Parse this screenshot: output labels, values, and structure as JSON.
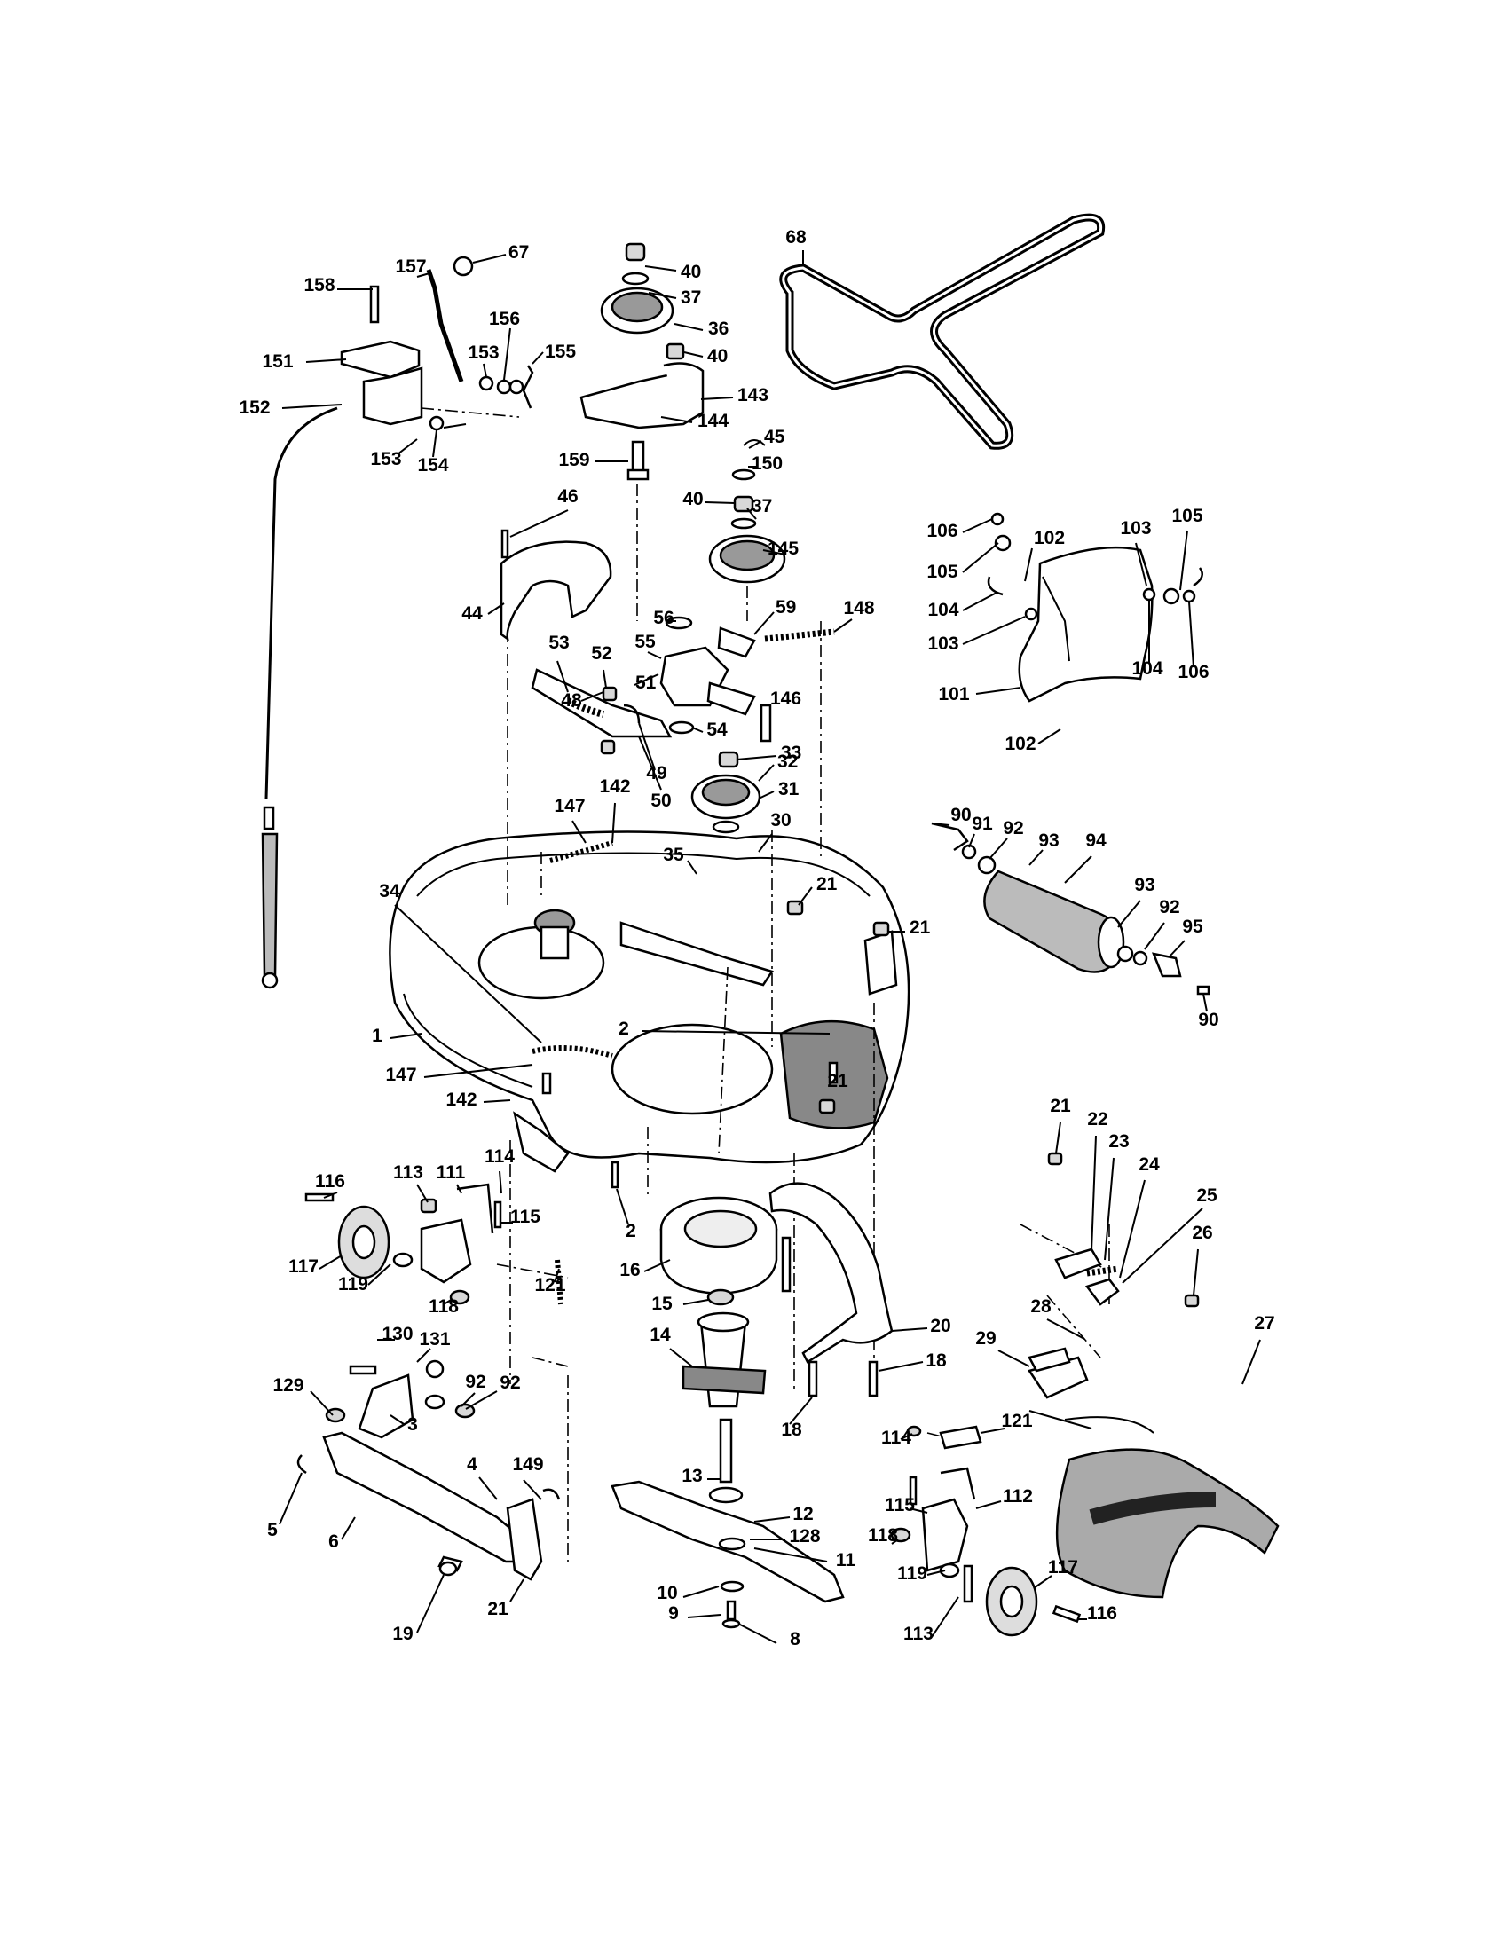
{
  "labels": [
    "68",
    "67",
    "157",
    "158",
    "156",
    "155",
    "153",
    "151",
    "152",
    "153",
    "154",
    "40",
    "37",
    "36",
    "40",
    "143",
    "144",
    "159",
    "45",
    "150",
    "40",
    "37",
    "145",
    "46",
    "44",
    "56",
    "59",
    "148",
    "53",
    "52",
    "55",
    "51",
    "146",
    "54",
    "33",
    "48",
    "49",
    "50",
    "32",
    "31",
    "106",
    "105",
    "102",
    "103",
    "105",
    "104",
    "103",
    "104",
    "106",
    "101",
    "102",
    "147",
    "142",
    "30",
    "35",
    "21",
    "34",
    "21",
    "90",
    "91",
    "92",
    "93",
    "94",
    "93",
    "92",
    "95",
    "90",
    "1",
    "2",
    "147",
    "21",
    "142",
    "114",
    "116",
    "113",
    "111",
    "115",
    "2",
    "16",
    "121",
    "21",
    "22",
    "23",
    "24",
    "25",
    "26",
    "117",
    "119",
    "118",
    "15",
    "14",
    "20",
    "28",
    "29",
    "27",
    "18",
    "130",
    "131",
    "92",
    "129",
    "92",
    "3",
    "18",
    "114",
    "121",
    "4",
    "149",
    "5",
    "6",
    "13",
    "12",
    "128",
    "115",
    "112",
    "11",
    "118",
    "119",
    "117",
    "10",
    "9",
    "8",
    "113",
    "116",
    "19",
    "21"
  ]
}
